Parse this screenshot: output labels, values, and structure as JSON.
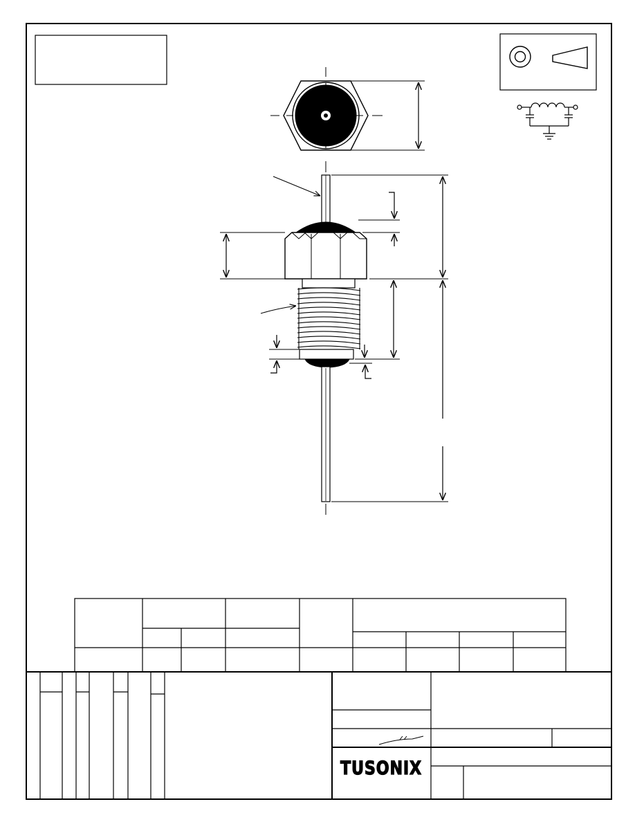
{
  "sheet": {
    "stroke_color": "#000000",
    "fill_color": "#000000",
    "background_color": "#ffffff"
  },
  "title_block": {
    "logo_text": "TUSONIX",
    "signature_mark": "signature-stroke"
  },
  "symbols": {
    "connector_symbol": "coaxial-circle-and-taper",
    "schematic_symbol": "pi-filter-inductor-two-capacitors-ground"
  }
}
